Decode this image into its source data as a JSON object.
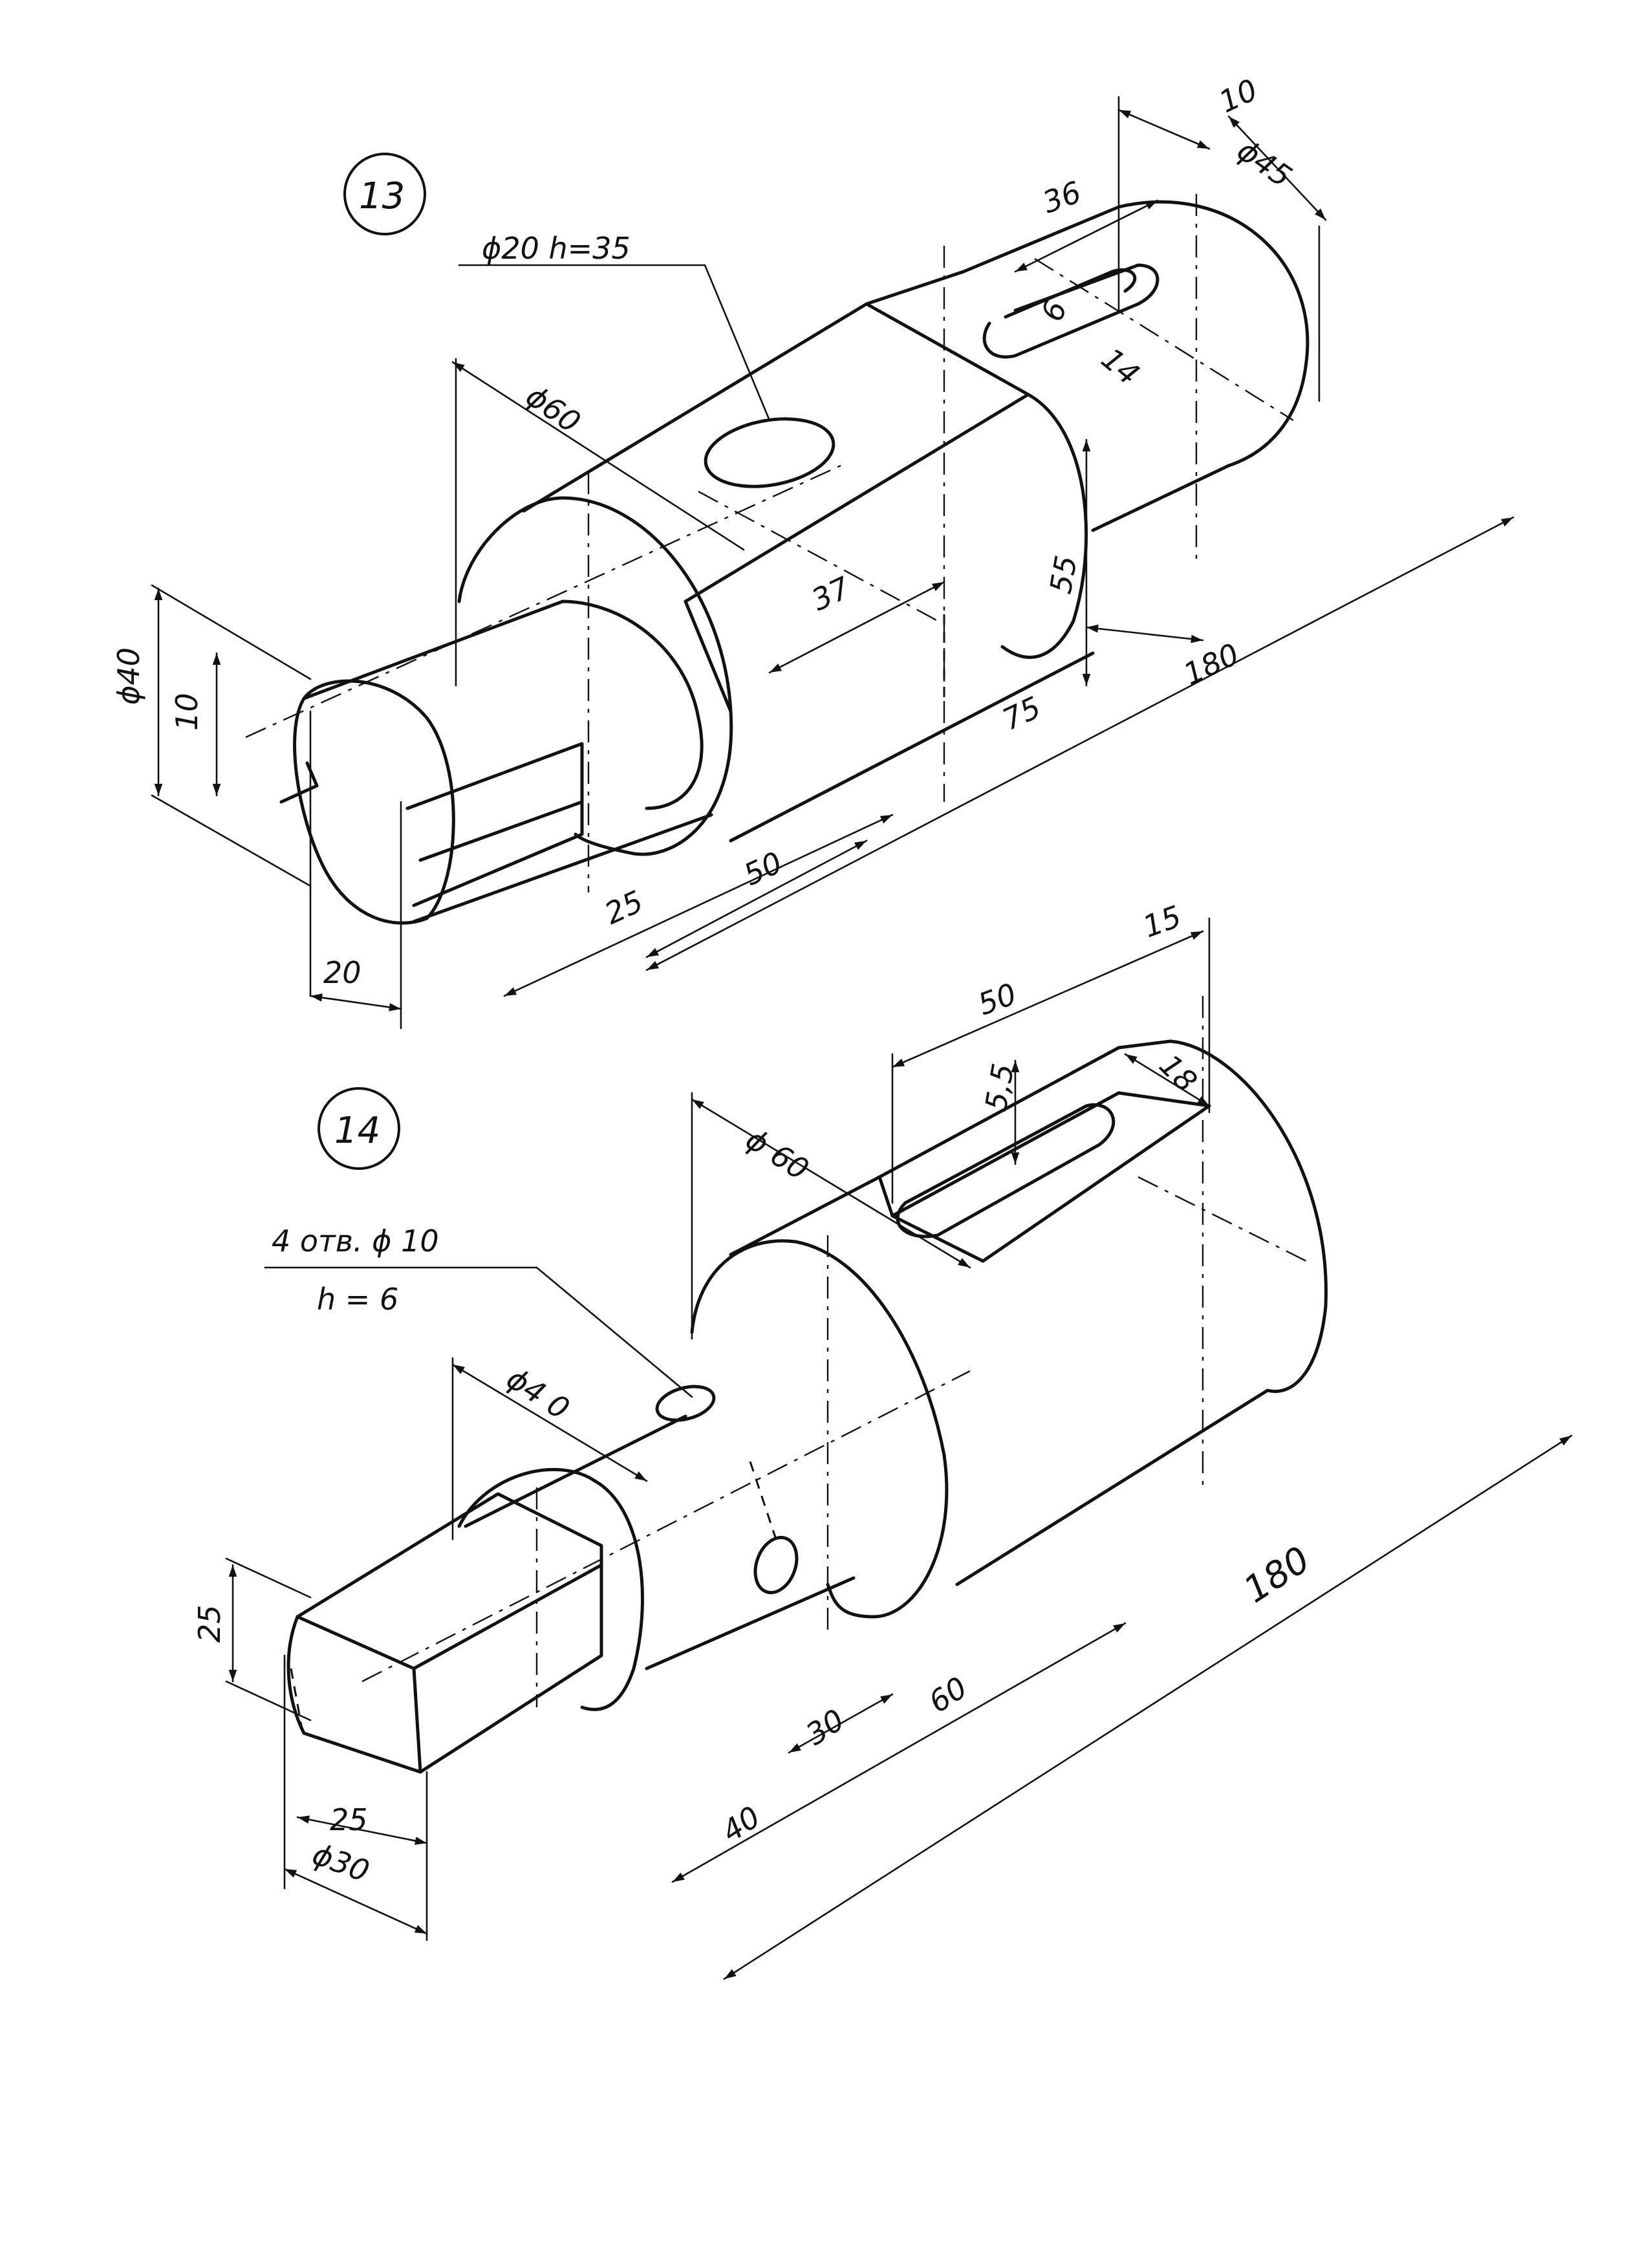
{
  "figure13": {
    "number": "13",
    "hole_note": "ϕ20  h=35",
    "dims": {
      "d_flange": "ϕ60",
      "d_shaft": "ϕ40",
      "d_end": "ϕ45",
      "slot_w_end": "10",
      "slot_len": "36",
      "slot_w": "6",
      "slot_depth": "14",
      "flat_offset": "37",
      "flat_height": "55",
      "total_len": "180",
      "len_75": "75",
      "len_50": "50",
      "len_25": "25",
      "slot_width_front": "10",
      "len_20": "20"
    }
  },
  "figure14": {
    "number": "14",
    "hole_note_line1": "4 отв. ϕ 10",
    "hole_note_line2": "h = 6",
    "dims": {
      "d_flange": "ϕ 60",
      "d_mid": "ϕ4 0",
      "d_end": "ϕ30",
      "square": "25",
      "square_side": "25",
      "slot_len": "50",
      "slot_off": "15",
      "slot_depth": "5,5",
      "slot_w": "18",
      "total_len": "180",
      "len_60": "60",
      "len_30": "30",
      "len_40": "40"
    }
  }
}
